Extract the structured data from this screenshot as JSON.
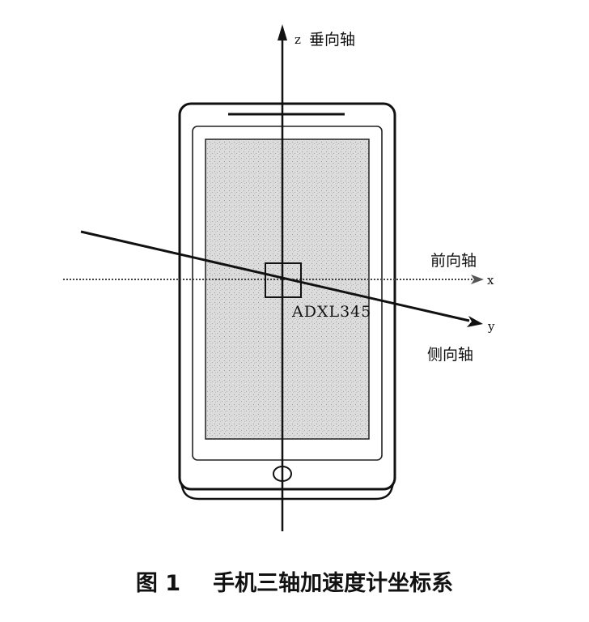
{
  "diagram": {
    "axes": {
      "z": {
        "letter": "z",
        "name": "垂向轴"
      },
      "x": {
        "letter": "x",
        "name": "前向轴"
      },
      "y": {
        "letter": "y",
        "name": "侧向轴"
      }
    },
    "chip_label": "ADXL345"
  },
  "caption": {
    "figure_number": "图 1",
    "title": "手机三轴加速度计坐标系"
  },
  "colors": {
    "line": "#111111",
    "screen_fill": "#d6d6d6",
    "background": "#ffffff"
  }
}
